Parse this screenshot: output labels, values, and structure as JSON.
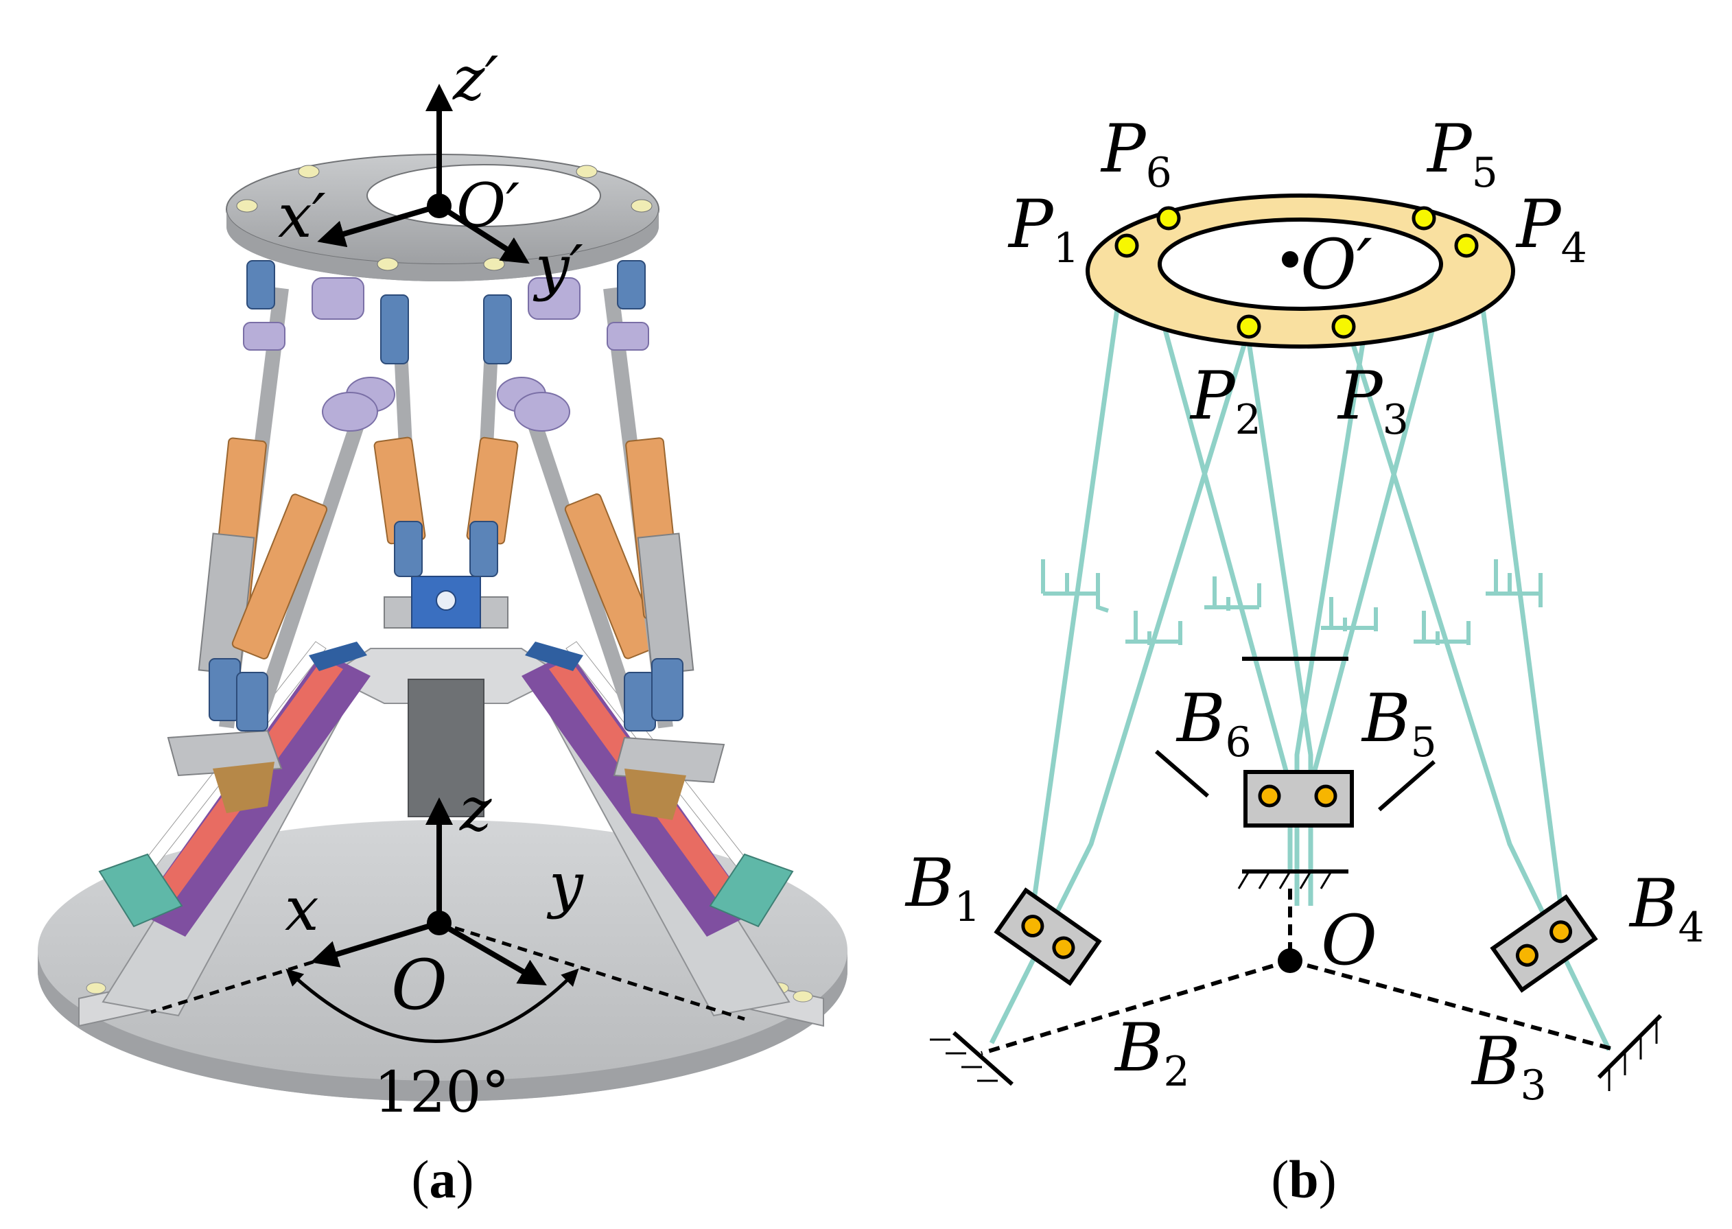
{
  "panel_a": {
    "caption_open": "(",
    "caption_letter": "a",
    "caption_close": ")",
    "top_axes": {
      "z": "z",
      "x": "x",
      "y": "y",
      "origin": "O",
      "prime": "′"
    },
    "base_axes": {
      "z": "z",
      "x": "x",
      "y": "y",
      "origin": "O"
    },
    "angle_label": "120°"
  },
  "panel_b": {
    "caption_open": "(",
    "caption_letter": "b",
    "caption_close": ")",
    "origin_top": "O",
    "origin_top_prime": "′",
    "origin_base": "O",
    "platform_points": [
      {
        "letter": "P",
        "index": "1"
      },
      {
        "letter": "P",
        "index": "2"
      },
      {
        "letter": "P",
        "index": "3"
      },
      {
        "letter": "P",
        "index": "4"
      },
      {
        "letter": "P",
        "index": "5"
      },
      {
        "letter": "P",
        "index": "6"
      }
    ],
    "base_points": [
      {
        "letter": "B",
        "index": "1"
      },
      {
        "letter": "B",
        "index": "2"
      },
      {
        "letter": "B",
        "index": "3"
      },
      {
        "letter": "B",
        "index": "4"
      },
      {
        "letter": "B",
        "index": "5"
      },
      {
        "letter": "B",
        "index": "6"
      }
    ]
  },
  "colors": {
    "leg": "#8fd1c7",
    "platform_fill": "#f9e0a0",
    "joint_fill": "#f7f700",
    "slider_fill": "#c8c8c8",
    "slider_joint": "#f7b500",
    "base_disk": "#c7c9cb",
    "actuator": "#e6a063",
    "rail_purple": "#8e4fa8",
    "rail_red": "#e86c62",
    "motor_teal": "#5fb8a8",
    "ujoint_blue": "#5b84b8",
    "ring_lilac": "#b7aed8"
  }
}
